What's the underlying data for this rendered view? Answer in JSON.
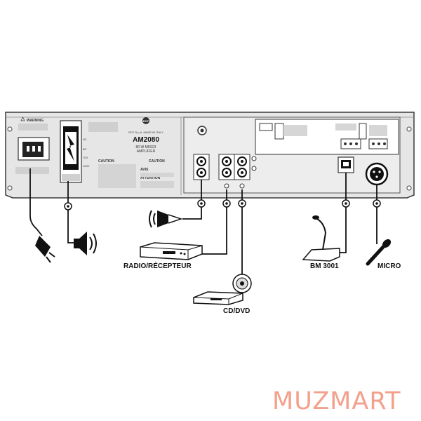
{
  "device": {
    "brand": "RCF",
    "model": "AM2080",
    "subtitle_line1": "80 W MIXER",
    "subtitle_line2": "AMPLIFIER",
    "made_in": "RCF S.p.A. MADE IN ITALY",
    "warning": "WARNING",
    "caution": "CAUTION",
    "attention": "ATTENTION",
    "avis": "AVIS"
  },
  "labels": {
    "radio": "RADIO/RÉCEPTEUR",
    "cd": "CD/DVD",
    "bm": "BM 3001",
    "micro": "MICRO"
  },
  "colors": {
    "panel": "#e6e6e6",
    "panel_stroke": "#3a3a3a",
    "line": "#111111",
    "brand_watermark": "#f3a08c"
  },
  "watermark": "MUZMART"
}
